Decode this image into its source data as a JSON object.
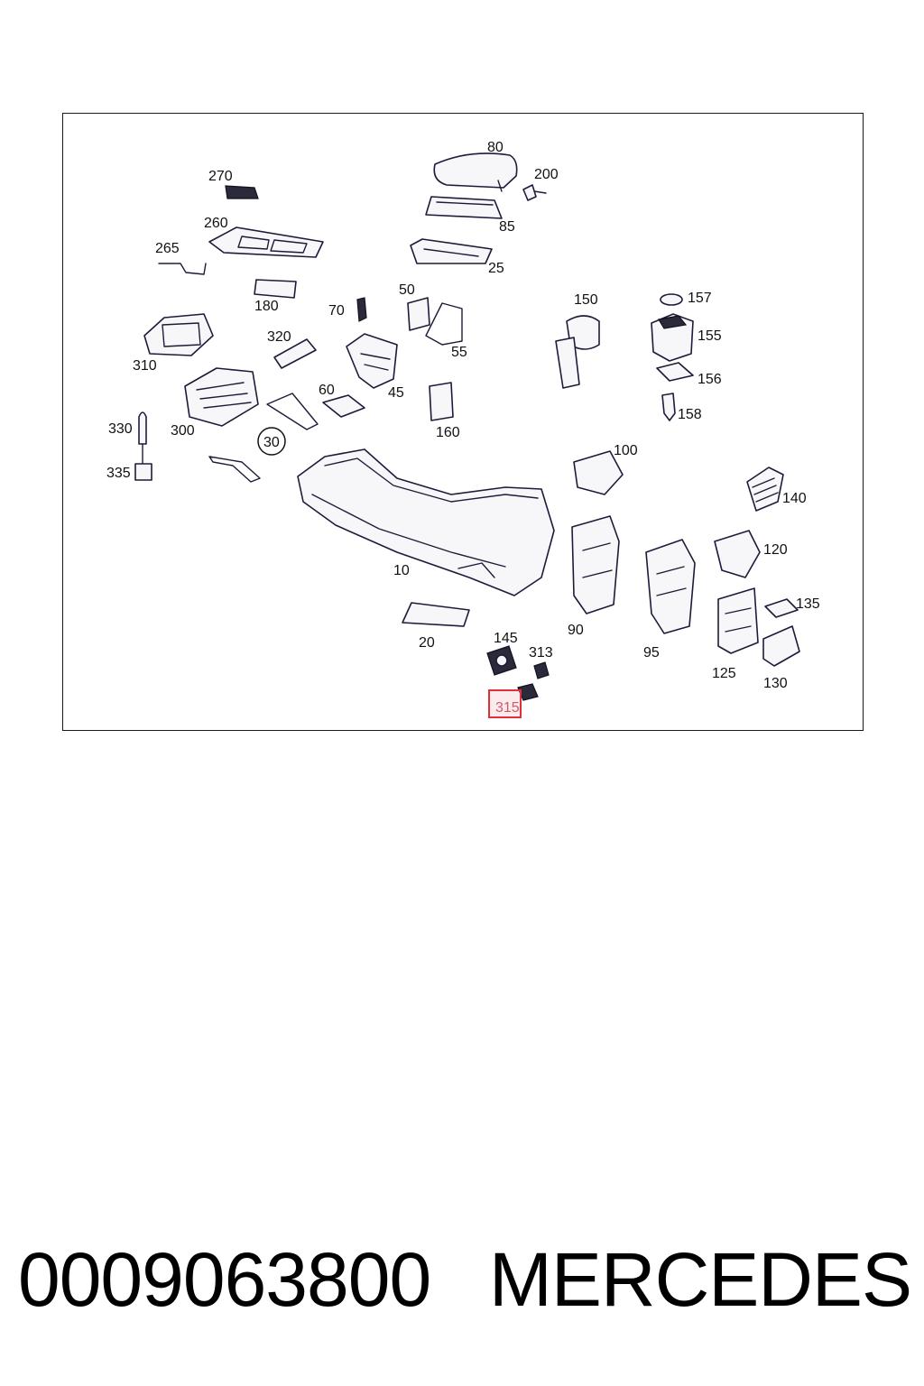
{
  "diagram": {
    "callouts": {
      "c10": "10",
      "c20": "20",
      "c25": "25",
      "c30": "30",
      "c45": "45",
      "c50": "50",
      "c55": "55",
      "c60": "60",
      "c70": "70",
      "c80": "80",
      "c85": "85",
      "c90": "90",
      "c95": "95",
      "c100": "100",
      "c120": "120",
      "c125": "125",
      "c130": "130",
      "c135": "135",
      "c140": "140",
      "c145": "145",
      "c150": "150",
      "c155": "155",
      "c156": "156",
      "c157": "157",
      "c158": "158",
      "c160": "160",
      "c180": "180",
      "c200": "200",
      "c260": "260",
      "c265": "265",
      "c270": "270",
      "c300": "300",
      "c310": "310",
      "c313": "313",
      "c315": "315",
      "c320": "320",
      "c330": "330",
      "c335": "335"
    },
    "highlighted_part": "315",
    "highlight_color": "#e0303a"
  },
  "footer": {
    "part_number": "0009063800",
    "brand": "MERCEDES"
  }
}
